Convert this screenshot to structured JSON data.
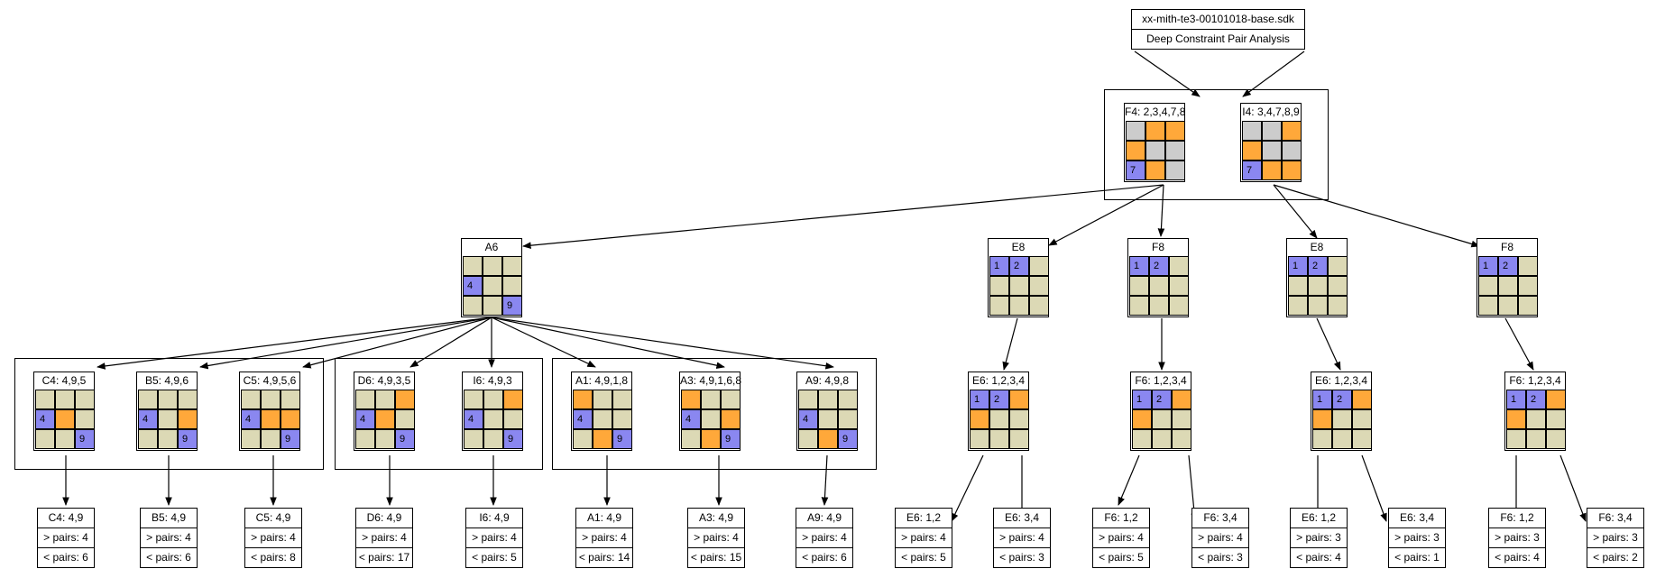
{
  "root": {
    "file": "xx-mith-te3-00101018-base.sdk",
    "label": "Deep Constraint Pair Analysis"
  },
  "pair": [
    {
      "title": "F4: 2,3,4,7,8",
      "cells": [
        "g",
        "o",
        "o",
        "o",
        "g",
        "g",
        "b:7",
        "o",
        "g"
      ]
    },
    {
      "title": "I4: 3,4,7,8,9",
      "cells": [
        "g",
        "g",
        "o",
        "o",
        "g",
        "g",
        "b:7",
        "o",
        "o"
      ]
    }
  ],
  "level1": [
    {
      "title": "A6",
      "cells": [
        "t",
        "t",
        "t",
        "b:4",
        "t",
        "t",
        "t",
        "t",
        "b:9"
      ]
    },
    {
      "title": "E8",
      "cells": [
        "b:1",
        "b:2",
        "t",
        "t",
        "t",
        "t",
        "t",
        "t",
        "t"
      ]
    },
    {
      "title": "F8",
      "cells": [
        "b:1",
        "b:2",
        "t",
        "t",
        "t",
        "t",
        "t",
        "t",
        "t"
      ]
    },
    {
      "title": "E8",
      "cells": [
        "b:1",
        "b:2",
        "t",
        "t",
        "t",
        "t",
        "t",
        "t",
        "t"
      ]
    },
    {
      "title": "F8",
      "cells": [
        "b:1",
        "b:2",
        "t",
        "t",
        "t",
        "t",
        "t",
        "t",
        "t"
      ]
    }
  ],
  "level2": [
    {
      "title": "C4: 4,9,5",
      "cells": [
        "t",
        "t",
        "t",
        "b:4",
        "o",
        "t",
        "t",
        "t",
        "b:9"
      ]
    },
    {
      "title": "B5: 4,9,6",
      "cells": [
        "t",
        "t",
        "t",
        "b:4",
        "t",
        "o",
        "t",
        "t",
        "b:9"
      ]
    },
    {
      "title": "C5: 4,9,5,6",
      "cells": [
        "t",
        "t",
        "t",
        "b:4",
        "o",
        "o",
        "t",
        "t",
        "b:9"
      ]
    },
    {
      "title": "D6: 4,9,3,5",
      "cells": [
        "t",
        "t",
        "o",
        "b:4",
        "o",
        "t",
        "t",
        "t",
        "b:9"
      ]
    },
    {
      "title": "I6: 4,9,3",
      "cells": [
        "t",
        "t",
        "o",
        "b:4",
        "t",
        "t",
        "t",
        "t",
        "b:9"
      ]
    },
    {
      "title": "A1: 4,9,1,8",
      "cells": [
        "o",
        "t",
        "t",
        "b:4",
        "t",
        "t",
        "t",
        "o",
        "b:9"
      ]
    },
    {
      "title": "A3: 4,9,1,6,8",
      "cells": [
        "o",
        "t",
        "t",
        "b:4",
        "t",
        "o",
        "t",
        "o",
        "b:9"
      ]
    },
    {
      "title": "A9: 4,9,8",
      "cells": [
        "t",
        "t",
        "t",
        "b:4",
        "t",
        "t",
        "t",
        "o",
        "b:9"
      ]
    },
    {
      "title": "E6: 1,2,3,4",
      "cells": [
        "b:1",
        "b:2",
        "o",
        "o",
        "t",
        "t",
        "t",
        "t",
        "t"
      ]
    },
    {
      "title": "F6: 1,2,3,4",
      "cells": [
        "b:1",
        "b:2",
        "o",
        "o",
        "t",
        "t",
        "t",
        "t",
        "t"
      ]
    },
    {
      "title": "E6: 1,2,3,4",
      "cells": [
        "b:1",
        "b:2",
        "o",
        "o",
        "t",
        "t",
        "t",
        "t",
        "t"
      ]
    },
    {
      "title": "F6: 1,2,3,4",
      "cells": [
        "b:1",
        "b:2",
        "o",
        "o",
        "t",
        "t",
        "t",
        "t",
        "t"
      ]
    }
  ],
  "bottom": [
    {
      "title": "C4: 4,9",
      "gt": "> pairs: 4",
      "lt": "< pairs: 6"
    },
    {
      "title": "B5: 4,9",
      "gt": "> pairs: 4",
      "lt": "< pairs: 6"
    },
    {
      "title": "C5: 4,9",
      "gt": "> pairs: 4",
      "lt": "< pairs: 8"
    },
    {
      "title": "D6: 4,9",
      "gt": "> pairs: 4",
      "lt": "< pairs: 17"
    },
    {
      "title": "I6: 4,9",
      "gt": "> pairs: 4",
      "lt": "< pairs: 5"
    },
    {
      "title": "A1: 4,9",
      "gt": "> pairs: 4",
      "lt": "< pairs: 14"
    },
    {
      "title": "A3: 4,9",
      "gt": "> pairs: 4",
      "lt": "< pairs: 15"
    },
    {
      "title": "A9: 4,9",
      "gt": "> pairs: 4",
      "lt": "< pairs: 6"
    },
    {
      "title": "E6: 1,2",
      "gt": "> pairs: 4",
      "lt": "< pairs: 5"
    },
    {
      "title": "E6: 3,4",
      "gt": "> pairs: 4",
      "lt": "< pairs: 3"
    },
    {
      "title": "F6: 1,2",
      "gt": "> pairs: 4",
      "lt": "< pairs: 5"
    },
    {
      "title": "F6: 3,4",
      "gt": "> pairs: 4",
      "lt": "< pairs: 3"
    },
    {
      "title": "E6: 1,2",
      "gt": "> pairs: 3",
      "lt": "< pairs: 4"
    },
    {
      "title": "E6: 3,4",
      "gt": "> pairs: 3",
      "lt": "< pairs: 1"
    },
    {
      "title": "F6: 1,2",
      "gt": "> pairs: 3",
      "lt": "< pairs: 4"
    },
    {
      "title": "F6: 3,4",
      "gt": "> pairs: 3",
      "lt": "< pairs: 2"
    }
  ],
  "colors": {
    "tan": "#dcd9b5",
    "blue": "#8a87f0",
    "orange": "#ffa83a",
    "gray": "#cccccc"
  }
}
